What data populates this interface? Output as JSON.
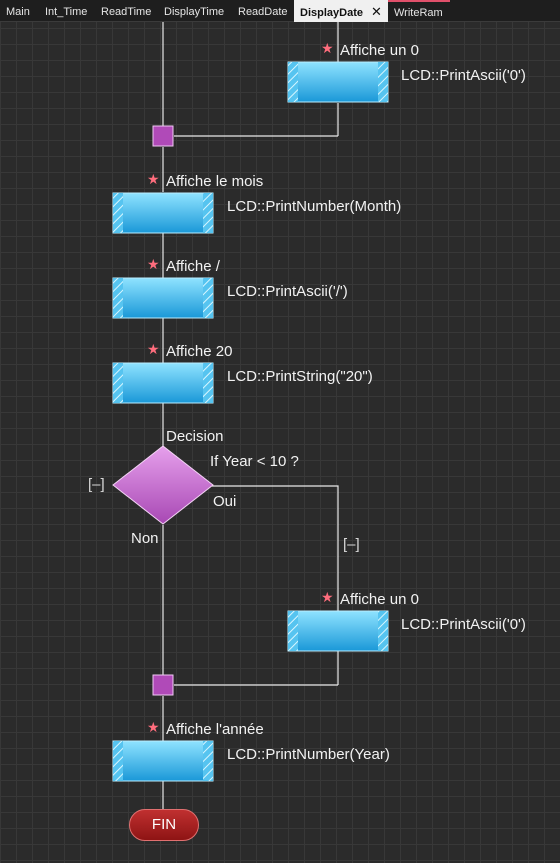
{
  "tabs": [
    {
      "label": "Main"
    },
    {
      "label": "Int_Time"
    },
    {
      "label": "ReadTime"
    },
    {
      "label": "DisplayTime"
    },
    {
      "label": "ReadDate"
    },
    {
      "label": "DisplayDate",
      "active": true
    },
    {
      "label": "WriteRam"
    }
  ],
  "close_glyph": "✕",
  "flow": {
    "block1": {
      "comment": "Affiche un 0",
      "code": "LCD::PrintAscii('0')"
    },
    "block2": {
      "comment": "Affiche le mois",
      "code": "LCD::PrintNumber(Month)"
    },
    "block3": {
      "comment": "Affiche /",
      "code": "LCD::PrintAscii('/')"
    },
    "block4": {
      "comment": "Affiche 20",
      "code": "LCD::PrintString(\"20\")"
    },
    "decision": {
      "title": "Decision",
      "condition": "If  Year < 10 ?",
      "yes_label": "Oui",
      "no_label": "Non",
      "collapse_left": "[–]",
      "collapse_right": "[–]"
    },
    "block5": {
      "comment": "Affiche un 0",
      "code": "LCD::PrintAscii('0')"
    },
    "block6": {
      "comment": "Affiche l'année",
      "code": "LCD::PrintNumber(Year)"
    },
    "end_label": "FIN",
    "star_glyph": "★"
  },
  "colors": {
    "block_top": "#7fdcff",
    "block_bottom": "#1596d6",
    "decision": "#c86ad2",
    "junction": "#b04ab8",
    "end": "#a81c1c"
  }
}
